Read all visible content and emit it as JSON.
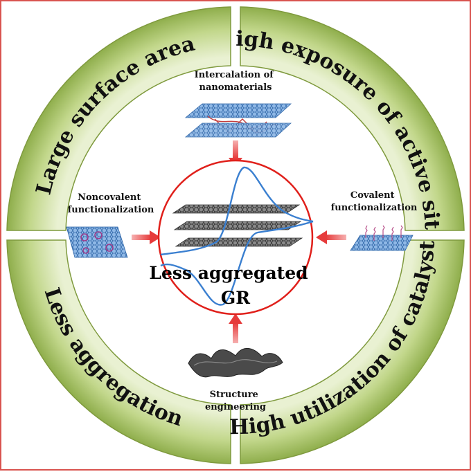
{
  "ring": {
    "top_left": "Large surface area",
    "top_right": "High exposure of active sites",
    "bottom_left": "Less aggregation",
    "bottom_right": "High utilization of catalysts"
  },
  "methods": {
    "top": [
      "Intercalation of",
      "nanomaterials"
    ],
    "left": [
      "Noncovalent",
      "functionalization"
    ],
    "right": [
      "Covalent",
      "functionalization"
    ],
    "bottom": [
      "Structure",
      "engineering"
    ]
  },
  "center": {
    "line1": "Less aggregated",
    "line2": "GR"
  },
  "colors": {
    "ring_fill": "#b8cf7e",
    "ring_stroke": "#7f9a3e",
    "border": "#d9534f",
    "circle": "#e0201b",
    "arrow": "#e63b3b",
    "sheet_blue": "#4f86c6",
    "sheet_dark": "#555555",
    "cv_curve": "#4a90d9",
    "intercalant": "#c23a3a"
  }
}
